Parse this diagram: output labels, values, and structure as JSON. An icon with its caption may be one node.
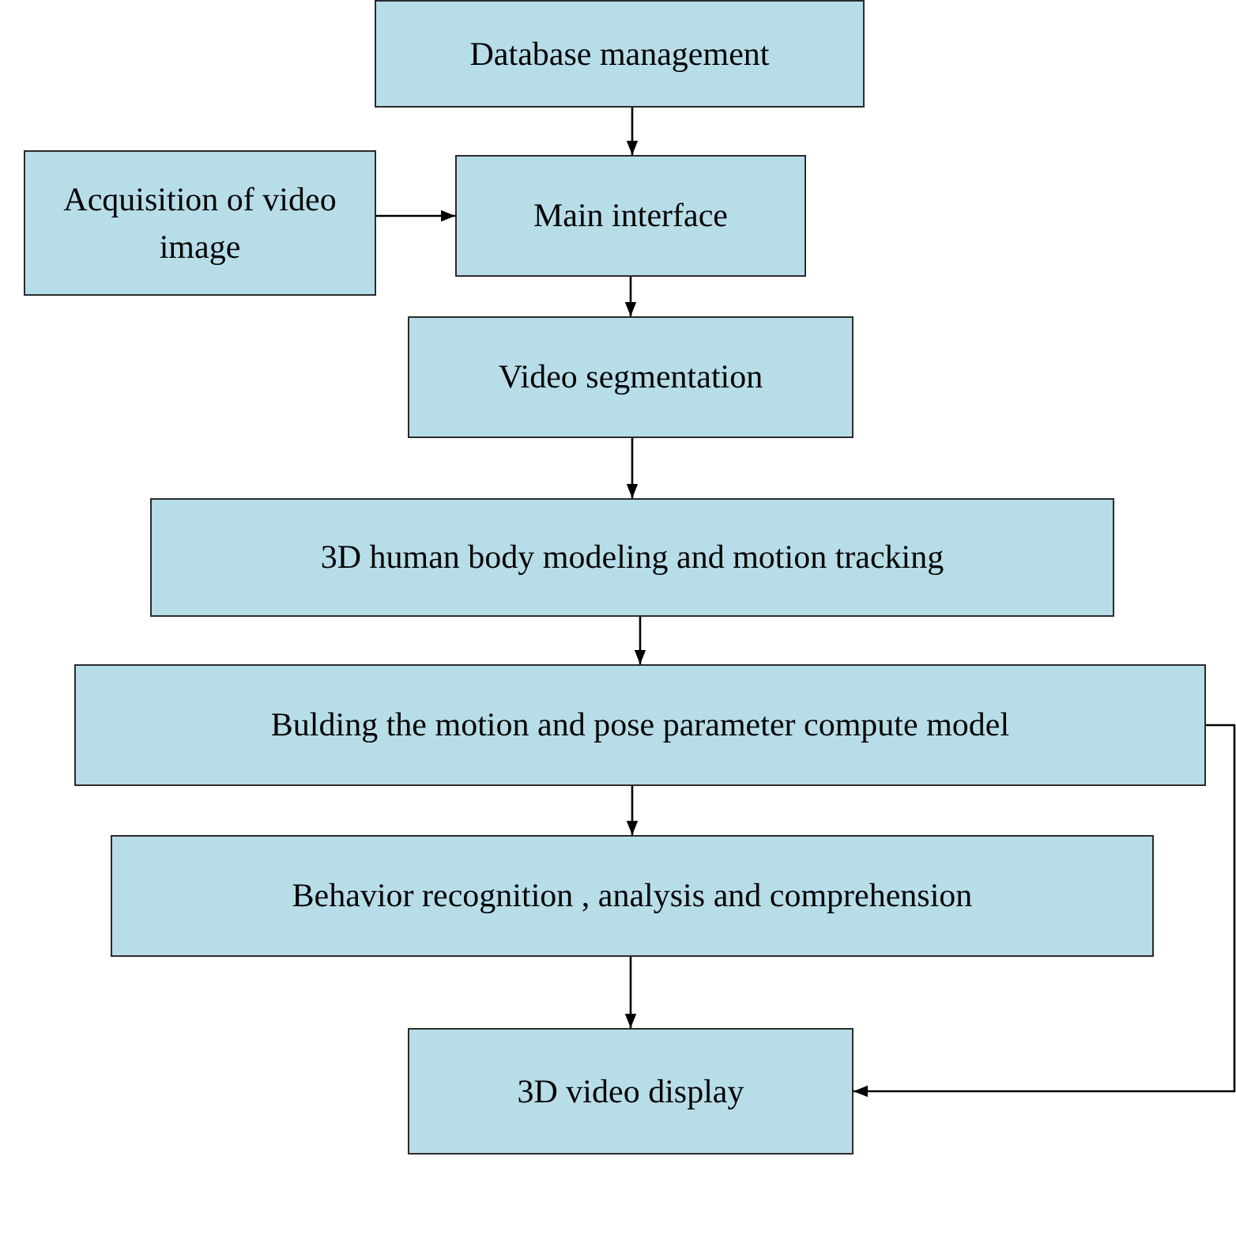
{
  "diagram": {
    "nodes": [
      {
        "text": [
          "Database management"
        ]
      },
      {
        "text": [
          "Acquisition of video image"
        ]
      },
      {
        "text": [
          "Main interface"
        ]
      },
      {
        "text": [
          "Video segmentation"
        ]
      },
      {
        "text": [
          "3D human body modeling and motion tracking"
        ]
      },
      {
        "text": [
          "Bulding the motion and pose parameter compute model"
        ]
      },
      {
        "text": [
          "Behavior recognition , analysis and comprehension"
        ]
      },
      {
        "text": [
          "3D video display"
        ]
      }
    ],
    "edges": [
      {
        "from": 0,
        "to": 2,
        "arrow": "to"
      },
      {
        "from": 1,
        "to": 2,
        "arrow": "to"
      },
      {
        "from": 2,
        "to": 3,
        "arrow": "to"
      },
      {
        "from": 3,
        "to": 4,
        "arrow": "to"
      },
      {
        "from": 4,
        "to": 5,
        "arrow": "to"
      },
      {
        "from": 5,
        "to": 6,
        "arrow": "to"
      },
      {
        "from": 6,
        "to": 7,
        "arrow": "to"
      },
      {
        "from": 5,
        "to": 7,
        "arrow": "to"
      }
    ]
  }
}
